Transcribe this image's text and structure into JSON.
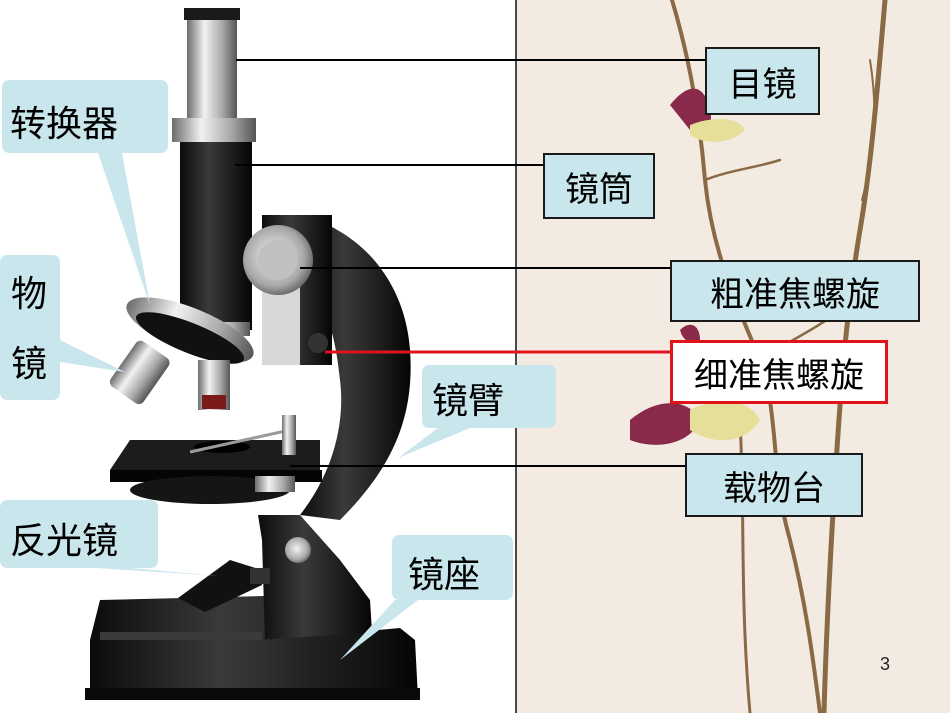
{
  "labels": {
    "eyepiece": "目镜",
    "tube": "镜筒",
    "coarse_focus": "粗准焦螺旋",
    "fine_focus": "细准焦螺旋",
    "stage": "载物台",
    "nosepiece": "转换器",
    "objective_1": "物",
    "objective_2": "镜",
    "arm": "镜臂",
    "mirror": "反光镜",
    "base": "镜座"
  },
  "page_number": "3",
  "colors": {
    "bubble_fill": "#c9e6ec",
    "label_fill": "#c9e6ec",
    "highlight_border": "#e0131b",
    "right_background": "#f3ebe1"
  }
}
